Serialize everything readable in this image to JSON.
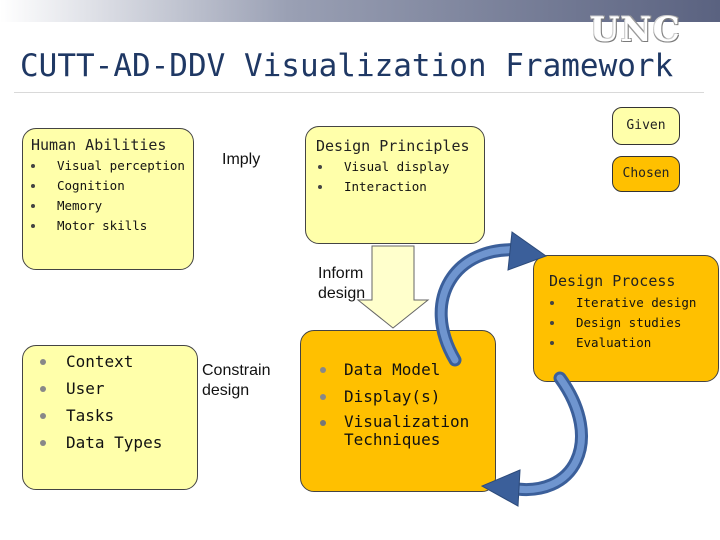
{
  "header": {
    "logo_text": "UNC",
    "title": "CUTT-AD-DDV  Visualization Framework"
  },
  "human_abilities": {
    "title": "Human Abilities",
    "items": [
      "Visual perception",
      "Cognition",
      "Memory",
      "Motor skills"
    ]
  },
  "design_principles": {
    "title": "Design Principles",
    "items": [
      "Visual display",
      "Interaction"
    ]
  },
  "context_box": {
    "items": [
      "Context",
      "User",
      "Tasks",
      "Data Types"
    ]
  },
  "outputs_box": {
    "items": [
      "Data Model",
      "Display(s)"
    ],
    "last_item": "Visualization\nTechniques"
  },
  "design_process": {
    "title": "Design Process",
    "items": [
      "Iterative design",
      "Design studies",
      "Evaluation"
    ]
  },
  "labels": {
    "imply": "Imply",
    "inform": "Inform\ndesign",
    "constrain": "Constrain\ndesign"
  },
  "legend": {
    "given": "Given",
    "chosen": "Chosen"
  },
  "colors": {
    "given_fill": "#ffffaa",
    "chosen_fill": "#ffc000",
    "title_color": "#1f3864",
    "curved_arrow": "#3b5f9a"
  }
}
